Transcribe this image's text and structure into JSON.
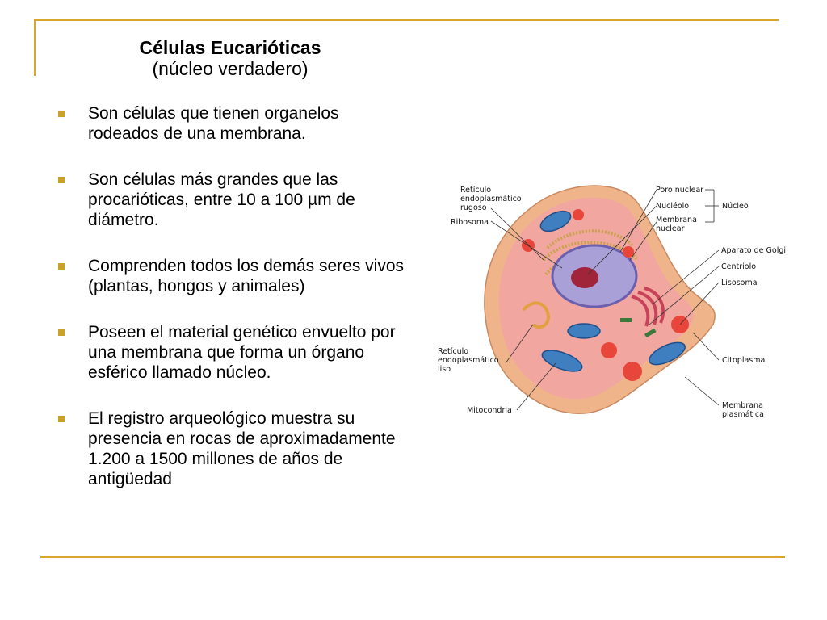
{
  "slide": {
    "title": "Células Eucarióticas",
    "subtitle": "(núcleo verdadero)",
    "bullets": [
      "Son células que tienen organelos rodeados de una membrana.",
      "Son células más grandes que las procarióticas, entre 10 a 100 µm de diámetro.",
      "Comprenden todos los demás seres vivos (plantas, hongos y animales)",
      "Poseen el material genético envuelto por una membrana que forma un órgano esférico llamado núcleo.",
      "El registro arqueológico muestra su presencia en rocas de aproximadamente 1.200 a 1500 millones de años de antigüedad"
    ]
  },
  "diagram": {
    "labels": {
      "rer_1": "Retículo",
      "rer_2": "endoplasmático",
      "rer_3": "rugoso",
      "ribosome": "Ribosoma",
      "ser_1": "Retículo",
      "ser_2": "endoplasmático",
      "ser_3": "liso",
      "mitochondria": "Mitocondria",
      "nuclear_pore": "Poro nuclear",
      "nucleolus": "Nucléolo",
      "nuclear_membrane_1": "Membrana",
      "nuclear_membrane_2": "nuclear",
      "nucleus": "Núcleo",
      "golgi": "Aparato de Golgi",
      "centriole": "Centriolo",
      "lysosome": "Lisosoma",
      "cytoplasm": "Citoplasma",
      "plasma_membrane_1": "Membrana",
      "plasma_membrane_2": "plasmática"
    },
    "colors": {
      "frame": "#d9a52b",
      "bullet": "#c9a227",
      "membrane": "#f0b48a",
      "cytoplasm": "#f2a6a0",
      "nucleus": "#a9a0d8",
      "nucleolus": "#a0243a",
      "mitochondria": "#3f7fc0",
      "lysosome": "#e8463a"
    }
  }
}
